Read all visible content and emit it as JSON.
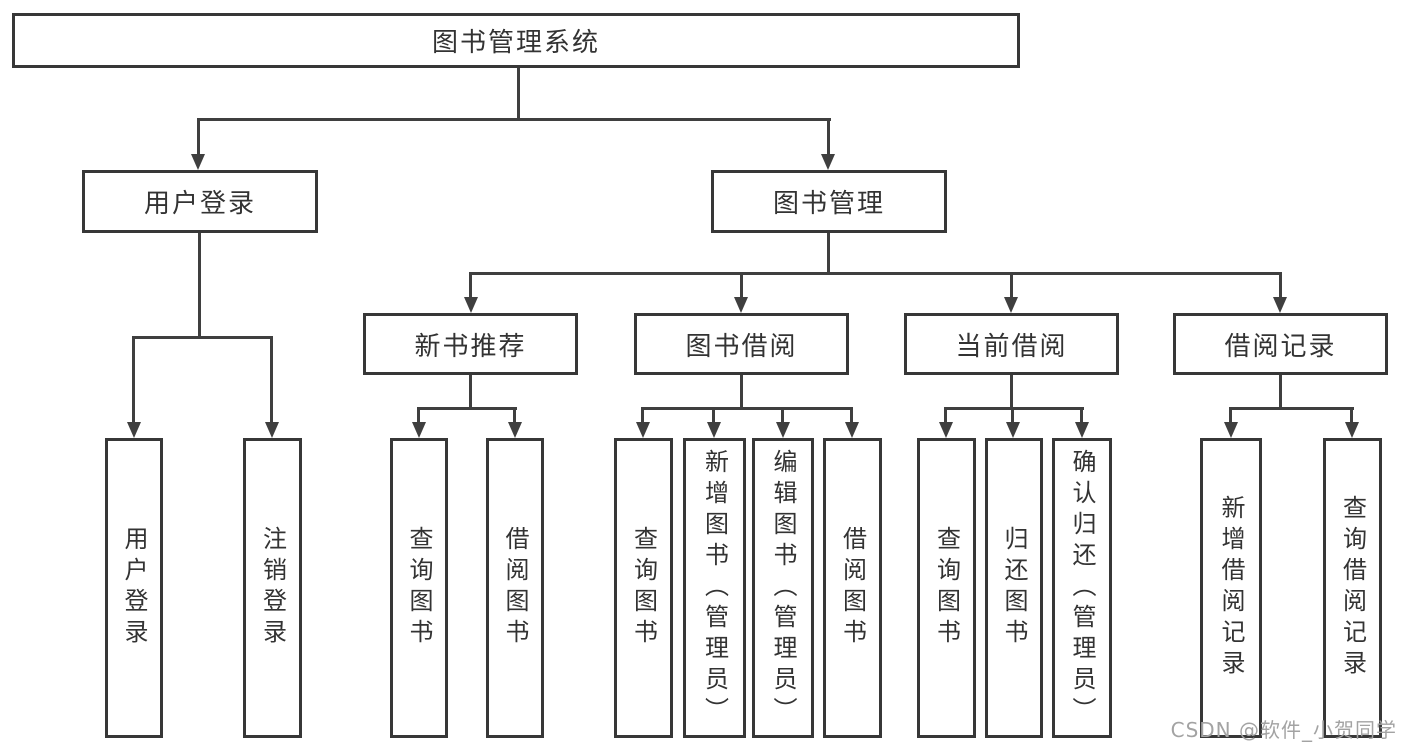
{
  "diagram": {
    "colors": {
      "background": "#ffffff",
      "box_border": "#373737",
      "line": "#3f3f3f",
      "text": "#333333",
      "watermark_text": "#a3a3a3"
    },
    "nodes": {
      "root": {
        "label": "图书管理系统"
      },
      "user_login": {
        "label": "用户登录"
      },
      "book_management": {
        "label": "图书管理"
      },
      "new_book_recommend": {
        "label": "新书推荐"
      },
      "book_borrow": {
        "label": "图书借阅"
      },
      "current_borrow": {
        "label": "当前借阅"
      },
      "borrow_records": {
        "label": "借阅记录"
      },
      "leaf_user_login": {
        "label": "用户登录"
      },
      "leaf_logout": {
        "label": "注销登录"
      },
      "leaf_query_book_1": {
        "label": "查询图书"
      },
      "leaf_borrow_book_1": {
        "label": "借阅图书"
      },
      "leaf_query_book_2": {
        "label": "查询图书"
      },
      "leaf_add_book_admin": {
        "label": "新增图书（管理员）"
      },
      "leaf_edit_book_admin": {
        "label": "编辑图书（管理员）"
      },
      "leaf_borrow_book_2": {
        "label": "借阅图书"
      },
      "leaf_query_book_3": {
        "label": "查询图书"
      },
      "leaf_return_book": {
        "label": "归还图书"
      },
      "leaf_confirm_return_admin": {
        "label": "确认归还（管理员）"
      },
      "leaf_add_borrow_record": {
        "label": "新增借阅记录"
      },
      "leaf_query_borrow_record": {
        "label": "查询借阅记录"
      }
    },
    "watermark": {
      "text": "CSDN @软件_小贺同学"
    }
  }
}
